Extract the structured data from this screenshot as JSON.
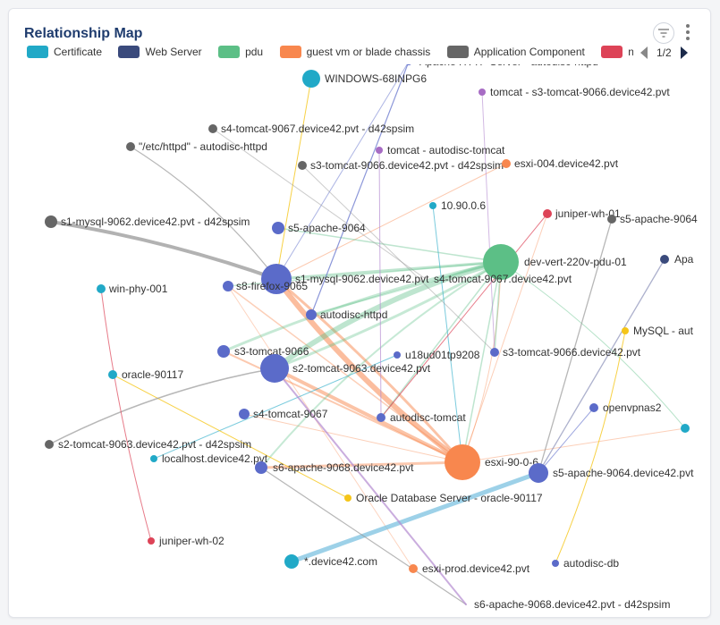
{
  "widget": {
    "title": "Relationship Map"
  },
  "legend": {
    "items": [
      {
        "label": "Certificate",
        "color": "#21a9c7"
      },
      {
        "label": "Web Server",
        "color": "#3a4a7c"
      },
      {
        "label": "pdu",
        "color": "#5cbf86"
      },
      {
        "label": "guest vm or blade chassis",
        "color": "#f8874e"
      },
      {
        "label": "Application Component",
        "color": "#666666"
      },
      {
        "label": "network",
        "color": "#dd4357"
      }
    ],
    "page": "1/2"
  },
  "nodes": [
    {
      "label": "WINDOWS-68INPG6",
      "color": "#21a9c7"
    },
    {
      "label": "Apache HTTP Server - autodisc-httpd",
      "color": "#5b6bc9"
    },
    {
      "label": "tomcat - s3-tomcat-9066.device42.pvt",
      "color": "#a76cc4"
    },
    {
      "label": "s4-tomcat-9067.device42.pvt - d42spsim",
      "color": "#666666"
    },
    {
      "label": "\"/etc/httpd\" - autodisc-httpd",
      "color": "#666666"
    },
    {
      "label": "tomcat - autodisc-tomcat",
      "color": "#a76cc4"
    },
    {
      "label": "s3-tomcat-9066.device42.pvt - d42spsim",
      "color": "#666666"
    },
    {
      "label": "esxi-004.device42.pvt",
      "color": "#f8874e"
    },
    {
      "label": "10.90.0.6",
      "color": "#21a9c7"
    },
    {
      "label": "juniper-wh-01",
      "color": "#dd4357"
    },
    {
      "label": "s5-apache-9064",
      "color": "#666666"
    },
    {
      "label": "s1-mysql-9062.device42.pvt - d42spsim",
      "color": "#666666"
    },
    {
      "label": "s5-apache-9064",
      "color": "#5b6bc9"
    },
    {
      "label": "dev-vert-220v-pdu-01",
      "color": "#5cbf86"
    },
    {
      "label": "Apa",
      "color": "#3a4a7c"
    },
    {
      "label": "s1-mysql-9062.device42.pvt",
      "color": "#5b6bc9"
    },
    {
      "label": "s4-tomcat-9067.device42.pvt",
      "color": "#5b6bc9"
    },
    {
      "label": "s8-firefox-9065",
      "color": "#5b6bc9"
    },
    {
      "label": "win-phy-001",
      "color": "#21a9c7"
    },
    {
      "label": "autodisc-httpd",
      "color": "#5b6bc9"
    },
    {
      "label": "MySQL - aut",
      "color": "#f5c518"
    },
    {
      "label": "s3-tomcat-9066",
      "color": "#5b6bc9"
    },
    {
      "label": "u18ud01tp9208",
      "color": "#5b6bc9"
    },
    {
      "label": "s3-tomcat-9066.device42.pvt",
      "color": "#5b6bc9"
    },
    {
      "label": "s2-tomcat-9063.device42.pvt",
      "color": "#5b6bc9"
    },
    {
      "label": "oracle-90117",
      "color": "#21a9c7"
    },
    {
      "label": "s4-tomcat-9067",
      "color": "#5b6bc9"
    },
    {
      "label": "autodisc-tomcat",
      "color": "#5b6bc9"
    },
    {
      "label": "openvpnas2",
      "color": "#5b6bc9"
    },
    {
      "label": "",
      "color": "#21a9c7"
    },
    {
      "label": "s2-tomcat-9063.device42.pvt - d42spsim",
      "color": "#666666"
    },
    {
      "label": "localhost.device42.pvt",
      "color": "#21a9c7"
    },
    {
      "label": "s6-apache-9068.device42.pvt",
      "color": "#5b6bc9"
    },
    {
      "label": "esxi-90-0-6",
      "color": "#f8874e"
    },
    {
      "label": "s5-apache-9064.device42.pvt",
      "color": "#5b6bc9"
    },
    {
      "label": "Oracle Database Server - oracle-90117",
      "color": "#f5c518"
    },
    {
      "label": "juniper-wh-02",
      "color": "#dd4357"
    },
    {
      "label": "*.device42.com",
      "color": "#21a9c7"
    },
    {
      "label": "esxi-prod.device42.pvt",
      "color": "#f8874e"
    },
    {
      "label": "autodisc-db",
      "color": "#5b6bc9"
    },
    {
      "label": "s6-apache-9068.device42.pvt - d42spsim",
      "color": "#666666"
    }
  ]
}
